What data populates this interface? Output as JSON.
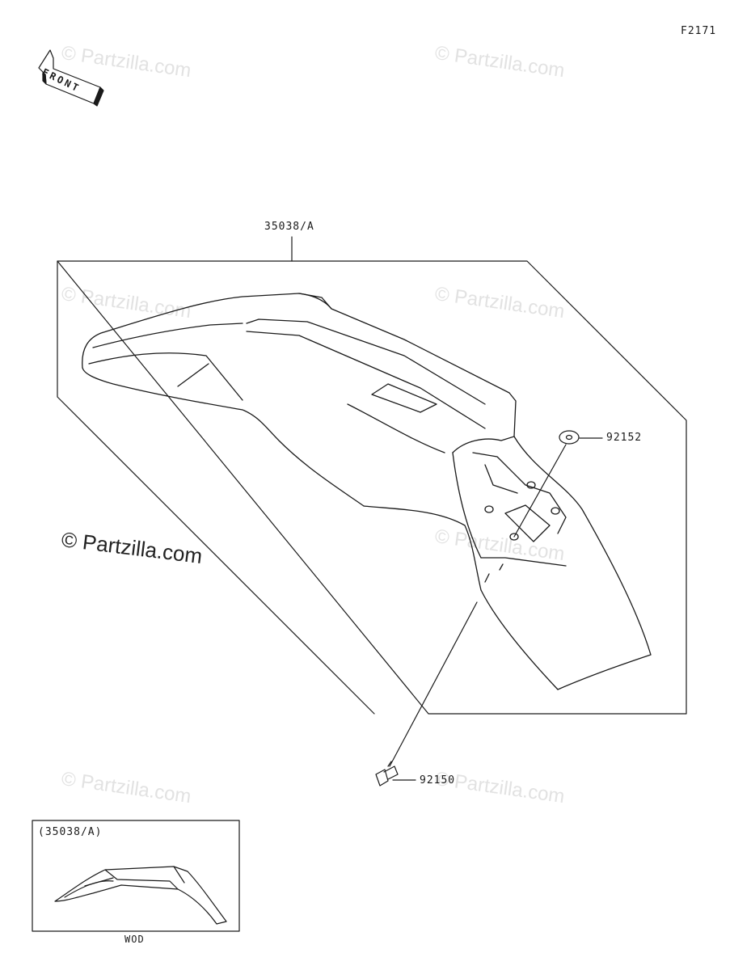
{
  "figure_code": "F2171",
  "front_label": "FRONT",
  "watermark_text": "© Partzilla.com",
  "main_watermark": "© Partzilla.com",
  "parts": {
    "fender_assy": "35038/A",
    "washer": "92152",
    "bolt": "92150"
  },
  "inset": {
    "label": "(35038/A)",
    "caption": "WOD"
  },
  "colors": {
    "line": "#1a1a1a",
    "watermark": "#e2e2e2"
  }
}
